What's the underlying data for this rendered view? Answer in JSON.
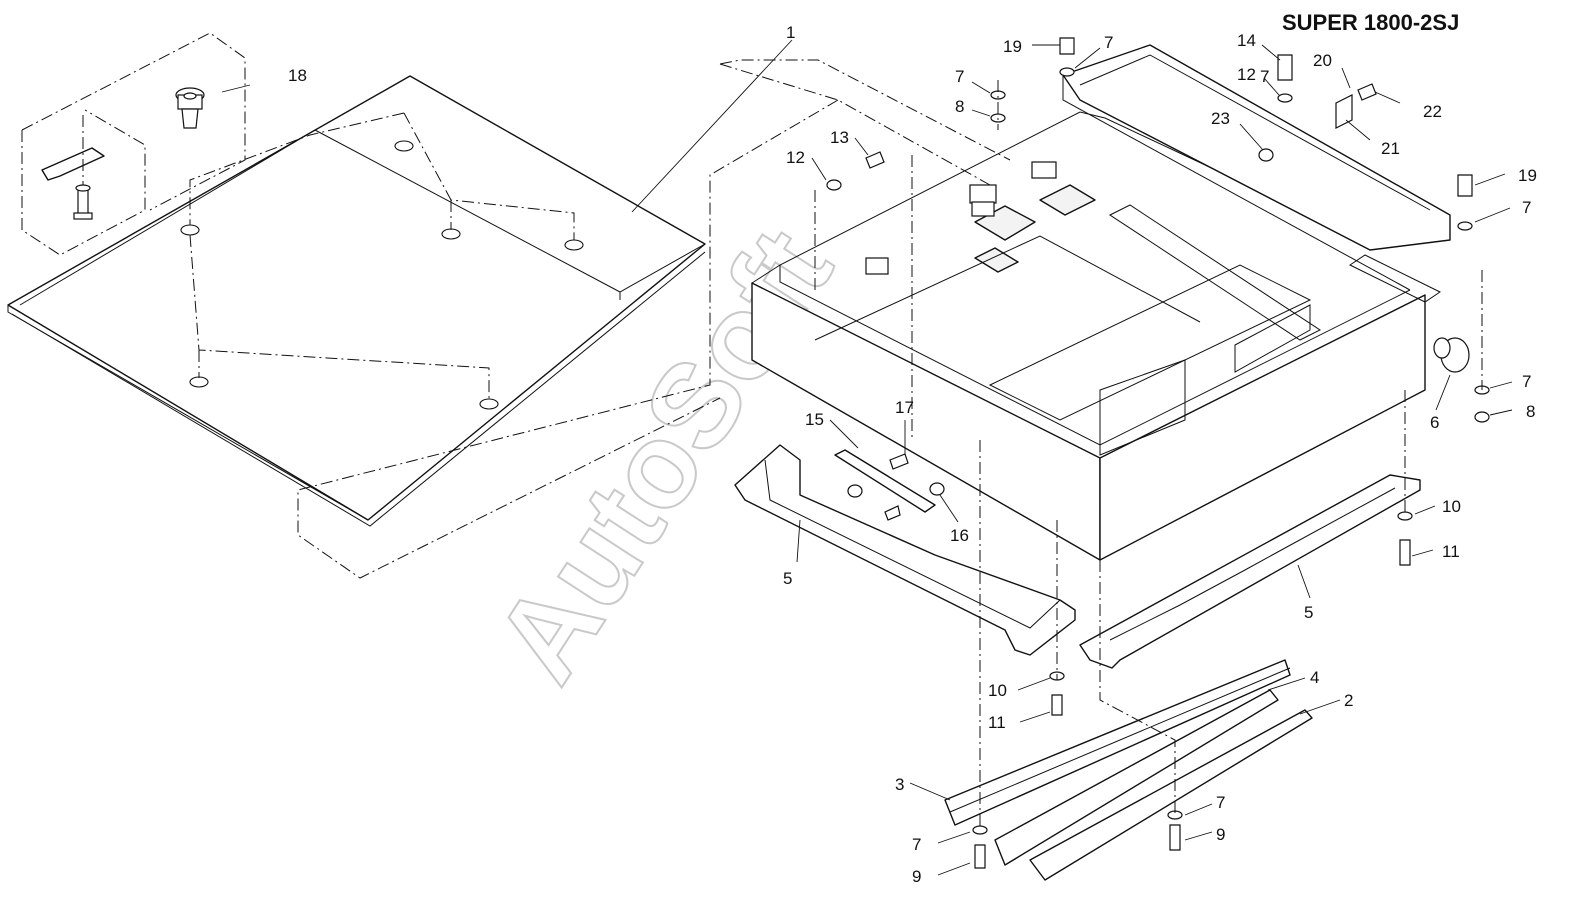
{
  "title": "SUPER 1800-2SJ",
  "watermark": "AutoSoft",
  "callouts": [
    "1",
    "2",
    "3",
    "4",
    "5",
    "5",
    "6",
    "7",
    "7",
    "7",
    "7",
    "7",
    "7",
    "7",
    "8",
    "8",
    "9",
    "9",
    "10",
    "10",
    "11",
    "11",
    "12",
    "12",
    "13",
    "14",
    "15",
    "16",
    "17",
    "18",
    "19",
    "19",
    "20",
    "21",
    "22",
    "23"
  ]
}
